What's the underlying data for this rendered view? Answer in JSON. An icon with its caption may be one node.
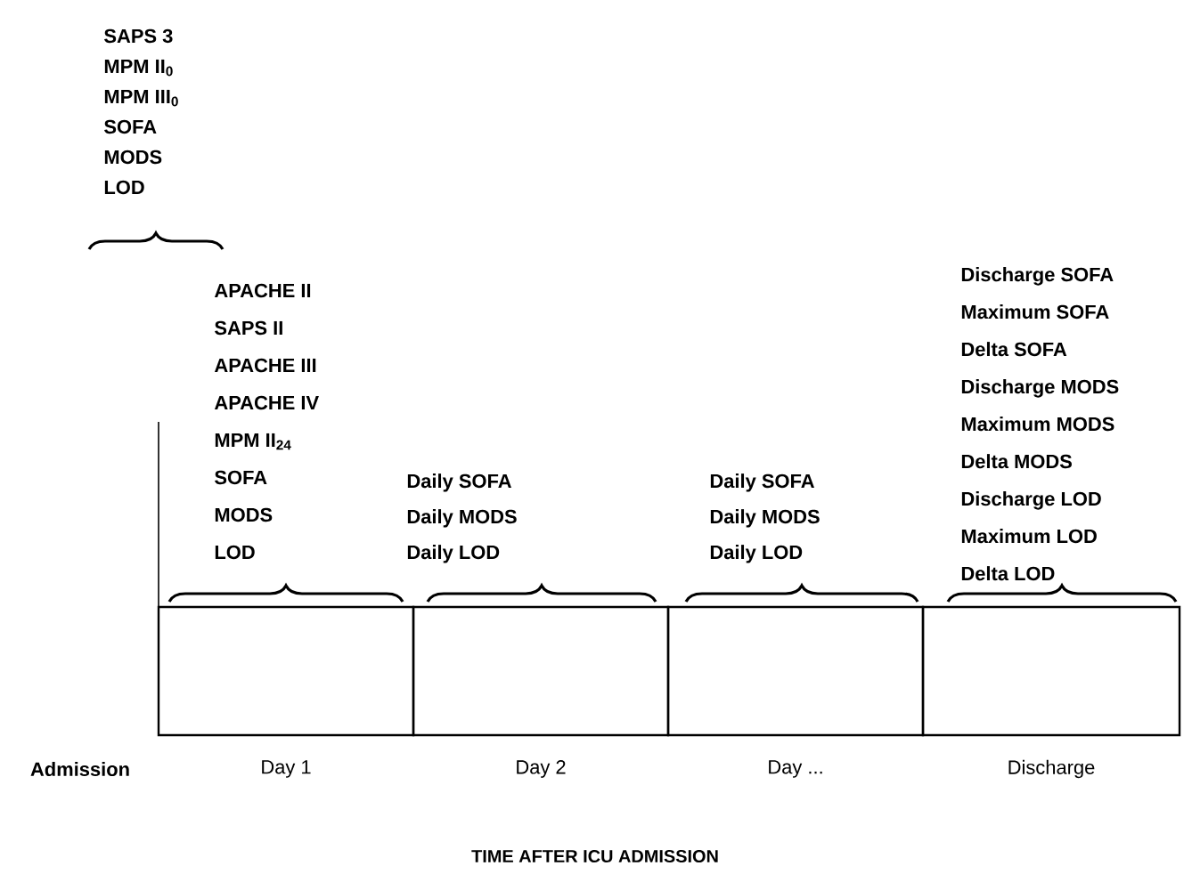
{
  "diagram": {
    "nodes": [
      {
        "text": [],
        "shape": "box",
        "beside": [
          "Day 1"
        ]
      },
      {
        "text": [],
        "shape": "box",
        "beside": [
          "Day 2"
        ]
      },
      {
        "text": [],
        "shape": "box",
        "beside": [
          "Day ..."
        ]
      },
      {
        "text": [],
        "shape": "box",
        "beside": [
          "Discharge"
        ]
      }
    ],
    "edges": [],
    "labels": [
      "SAPS 3",
      "MPM II$_{0}$",
      "MPM III$_{0}$",
      "SOFA",
      "MODS",
      "LOD",
      "APACHE II",
      "SAPS II",
      "APACHE III",
      "APACHE IV",
      "MPM II$_{24}$",
      "SOFA",
      "MODS",
      "LOD",
      "Daily SOFA",
      "Daily MODS",
      "Daily LOD",
      "Daily SOFA",
      "Daily MODS",
      "Daily LOD",
      "Discharge SOFA",
      "Maximum SOFA",
      "Delta SOFA",
      "Discharge MODS",
      "Maximum MODS",
      "Delta MODS",
      "Discharge LOD",
      "Maximum LOD",
      "Delta LOD",
      "Admission",
      "TIME AFTER ICU ADMISSION"
    ]
  }
}
